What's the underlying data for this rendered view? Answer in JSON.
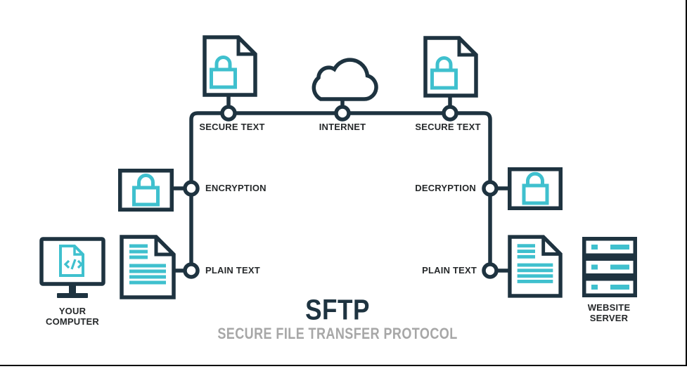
{
  "title": {
    "acronym": "SFTP",
    "subtitle": "SECURE FILE TRANSFER PROTOCOL"
  },
  "labels": {
    "secure_text_left": "SECURE TEXT",
    "internet": "INTERNET",
    "secure_text_right": "SECURE TEXT",
    "encryption": "ENCRYPTION",
    "decryption": "DECRYPTION",
    "plain_text_left": "PLAIN TEXT",
    "plain_text_right": "PLAIN TEXT"
  },
  "endpoints": {
    "computer": {
      "line1": "YOUR",
      "line2": "COMPUTER"
    },
    "server": {
      "line1": "WEBSITE",
      "line2": "SERVER"
    }
  },
  "icons": {
    "secure_document_left": "document-lock-icon",
    "internet_cloud": "cloud-icon",
    "secure_document_right": "document-lock-icon",
    "encryption_lock": "padlock-closed-icon",
    "decryption_lock": "padlock-open-icon",
    "plain_document_left": "document-text-lines-icon",
    "plain_document_right": "document-text-lines-icon",
    "your_computer": "monitor-code-icon",
    "website_server": "server-stack-icon"
  },
  "colors": {
    "outline_navy": "#1e3340",
    "accent_teal": "#3fc0ce",
    "label_dark": "#26292b",
    "subtitle_gray": "#a7a7a7",
    "background": "#ffffff",
    "frame_border": "#000000"
  }
}
